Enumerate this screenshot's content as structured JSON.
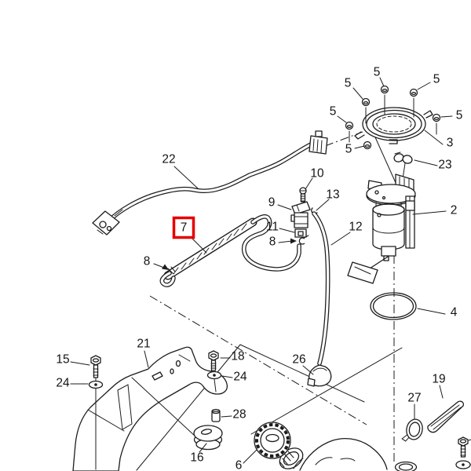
{
  "diagram": {
    "background": "#ffffff",
    "line_color": "#1c1c1c",
    "highlight_color": "#e60000",
    "highlighted_part": "7",
    "labels": {
      "l2": "2",
      "l3": "3",
      "l4": "4",
      "l5": "5",
      "l6": "6",
      "l7": "7",
      "l8": "8",
      "l9": "9",
      "l10": "10",
      "l11": "11",
      "l12": "12",
      "l13": "13",
      "l15": "15",
      "l16": "16",
      "l18": "18",
      "l19": "19",
      "l21": "21",
      "l22": "22",
      "l23": "23",
      "l24": "24",
      "l26": "26",
      "l27": "27",
      "l28": "28"
    },
    "callout_instances": [
      "22",
      "5",
      "5",
      "5",
      "5",
      "5",
      "5",
      "3",
      "23",
      "10",
      "9",
      "13",
      "11",
      "8",
      "12",
      "2",
      "8",
      "7",
      "4",
      "15",
      "24",
      "21",
      "18",
      "24",
      "28",
      "16",
      "6",
      "26",
      "27",
      "19"
    ]
  }
}
